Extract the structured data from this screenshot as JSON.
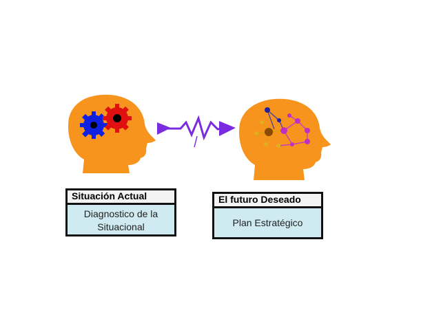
{
  "left_panel": {
    "title": "Situación Actual",
    "body_line1": "Diagnostico de la",
    "body_line2": "Situacional",
    "icons": [
      "head-silhouette-icon",
      "gear-icon",
      "gear-icon"
    ]
  },
  "right_panel": {
    "title": "El futuro Deseado",
    "body": "Plan Estratégico",
    "icons": [
      "head-silhouette-icon",
      "molecule-network-icon"
    ]
  },
  "connector": {
    "icon": "zigzag-arrow-icon"
  },
  "colors": {
    "head": "#f7941d",
    "gear_blue": "#1020e0",
    "gear_red": "#e01010",
    "arrow": "#7a2be0",
    "box_body": "#cfeaf0",
    "box_title": "#f3f3f3"
  }
}
